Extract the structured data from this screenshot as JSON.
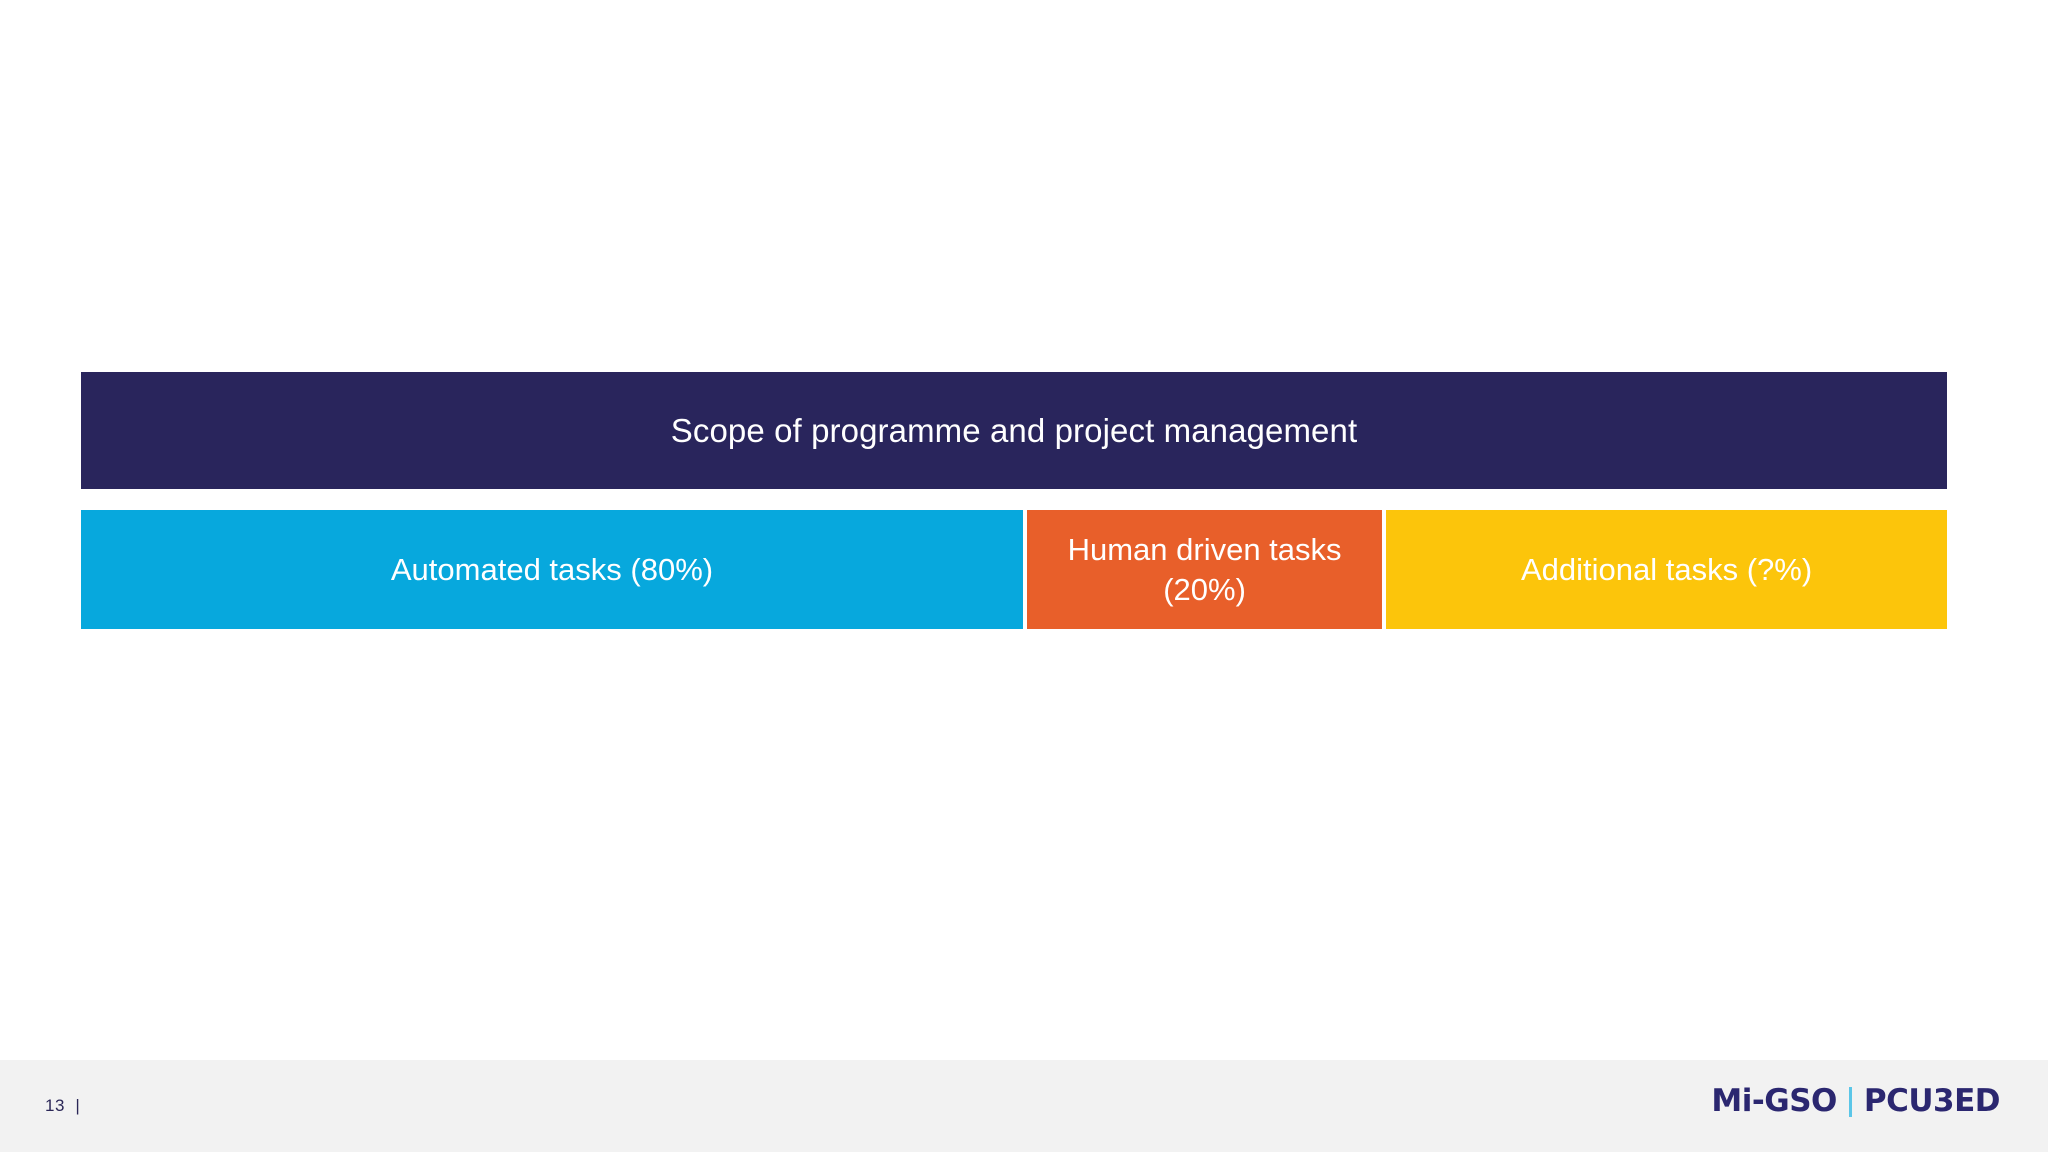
{
  "slide": {
    "background_color": "#ffffff",
    "diagram": {
      "scope_bar": {
        "label": "Scope of programme and project management",
        "color": "#29255c",
        "text_color": "#ffffff"
      },
      "segments": [
        {
          "name": "automated-tasks",
          "label": "Automated tasks (80%)",
          "color": "#07a8dd",
          "percent": "80%"
        },
        {
          "name": "human-driven-tasks",
          "label": "Human driven tasks (20%)",
          "color": "#e85f2a",
          "percent": "20%"
        },
        {
          "name": "additional-tasks",
          "label": "Additional tasks (?%)",
          "color": "#fcc50b",
          "percent": "?%"
        }
      ]
    },
    "footer": {
      "background_color": "#f2f2f2",
      "page_number": "13  |",
      "logo": {
        "left_text": "Mi-GSO",
        "right_text": "PCU3ED",
        "text_color": "#2b2770",
        "divider_color": "#5bc6e8"
      }
    }
  }
}
